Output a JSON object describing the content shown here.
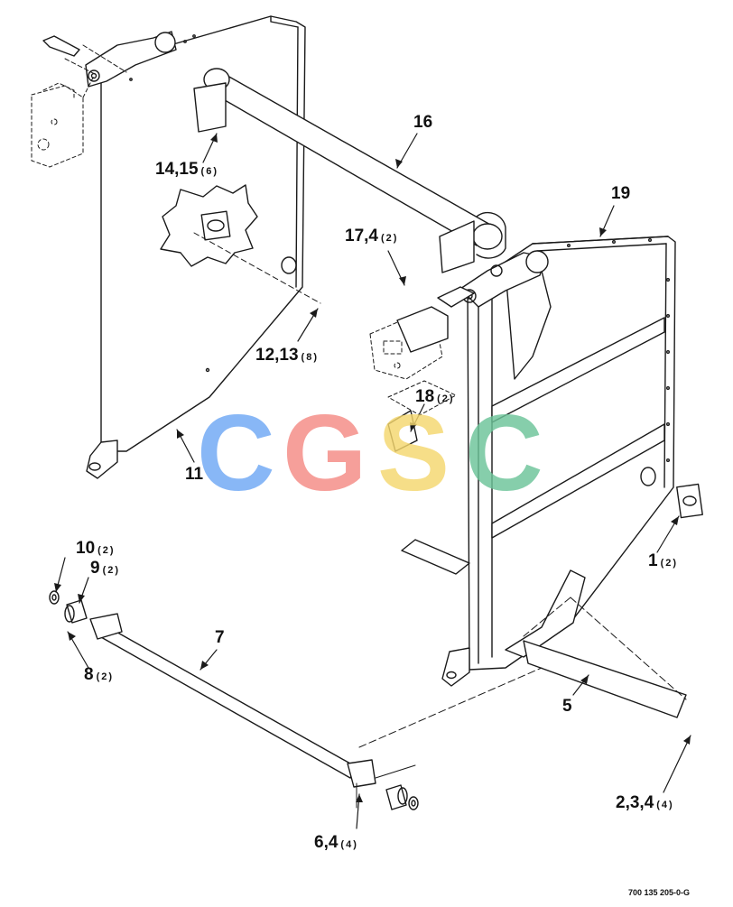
{
  "callouts": [
    {
      "id": "c16",
      "text": "16",
      "qty": ""
    },
    {
      "id": "c19",
      "text": "19",
      "qty": ""
    },
    {
      "id": "c1415",
      "text": "14,15",
      "qty": "(6)"
    },
    {
      "id": "c174",
      "text": "17,4",
      "qty": "(2)"
    },
    {
      "id": "c1213",
      "text": "12,13",
      "qty": "(8)"
    },
    {
      "id": "c18",
      "text": "18",
      "qty": "(2)"
    },
    {
      "id": "c11",
      "text": "11",
      "qty": ""
    },
    {
      "id": "c10",
      "text": "10",
      "qty": "(2)"
    },
    {
      "id": "c9",
      "text": "9",
      "qty": "(2)"
    },
    {
      "id": "c8",
      "text": "8",
      "qty": "(2)"
    },
    {
      "id": "c7",
      "text": "7",
      "qty": ""
    },
    {
      "id": "c1",
      "text": "1",
      "qty": "(2)"
    },
    {
      "id": "c5",
      "text": "5",
      "qty": ""
    },
    {
      "id": "c234",
      "text": "2,3,4",
      "qty": "(4)"
    },
    {
      "id": "c64",
      "text": "6,4",
      "qty": "(4)"
    }
  ],
  "watermark": {
    "letters": [
      {
        "char": "C",
        "color": "#6fa8f5"
      },
      {
        "char": "G",
        "color": "#f58a84"
      },
      {
        "char": "S",
        "color": "#f5d76e"
      },
      {
        "char": "C",
        "color": "#6cc499"
      }
    ]
  },
  "drawing_number": "700 135 205-0-G",
  "colors": {
    "line": "#1a1a1a",
    "paper": "#ffffff"
  }
}
